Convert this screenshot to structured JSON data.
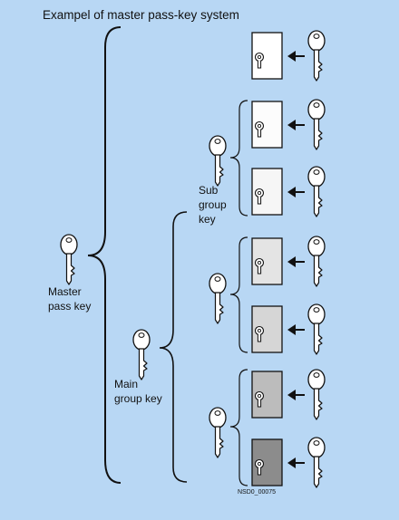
{
  "title": "Exampel of master pass-key system",
  "labels": {
    "master": [
      "Master",
      "pass key"
    ],
    "main_group": [
      "Main",
      "group key"
    ],
    "sub_group": [
      "Sub",
      "group",
      "key"
    ]
  },
  "figure_id": "NSD0_00075",
  "doors": [
    {
      "id": "door-1",
      "fill": "#ffffff"
    },
    {
      "id": "door-2",
      "fill": "#fcfcfc"
    },
    {
      "id": "door-3",
      "fill": "#f6f6f6"
    },
    {
      "id": "door-4",
      "fill": "#e4e4e4"
    },
    {
      "id": "door-5",
      "fill": "#d6d6d6"
    },
    {
      "id": "door-6",
      "fill": "#bcbcbc"
    },
    {
      "id": "door-7",
      "fill": "#8c8c8c"
    }
  ],
  "colors": {
    "background": "#b8d7f4",
    "key_fill": "#ffffff",
    "stroke": "#111111"
  }
}
